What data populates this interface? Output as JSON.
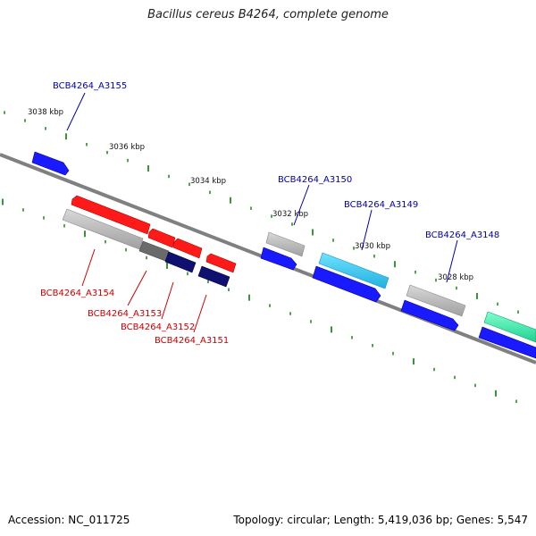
{
  "title": "Bacillus cereus B4264, complete genome",
  "footer": {
    "accession": "Accession: NC_011725",
    "topology": "Topology: circular; Length: 5,419,036 bp; Genes: 5,547"
  },
  "ruler": {
    "labels": [
      "3038 kbp",
      "3036 kbp",
      "3034 kbp",
      "3032 kbp",
      "3030 kbp",
      "3028 kbp"
    ]
  },
  "genes": [
    {
      "id": "g3155",
      "label": "BCB4264_A3155",
      "strand": "plus",
      "color": "#1a1aff"
    },
    {
      "id": "g3154",
      "label": "BCB4264_A3154",
      "strand": "minus",
      "color": "#ff1a1a"
    },
    {
      "id": "g3153",
      "label": "BCB4264_A3153",
      "strand": "minus",
      "color": "#ff1a1a"
    },
    {
      "id": "g3152",
      "label": "BCB4264_A3152",
      "strand": "minus",
      "color": "#ff1a1a"
    },
    {
      "id": "g3151",
      "label": "BCB4264_A3151",
      "strand": "minus",
      "color": "#ff1a1a"
    },
    {
      "id": "g3150",
      "label": "BCB4264_A3150",
      "strand": "plus",
      "color": "#1a1aff"
    },
    {
      "id": "g3149",
      "label": "BCB4264_A3149",
      "strand": "plus",
      "color": "#1a1aff"
    },
    {
      "id": "g3148",
      "label": "BCB4264_A3148",
      "strand": "plus",
      "color": "#1a1aff"
    }
  ],
  "colors": {
    "backbone": "#808080",
    "tick": "#0a7a0a",
    "plus_label": "#0000aa",
    "minus_label": "#cc0000",
    "gray_feature": "#b4b4b4",
    "navy_feature": "#101070",
    "cyan_feature": "#33c6ee",
    "mint_feature": "#38e8a4"
  }
}
